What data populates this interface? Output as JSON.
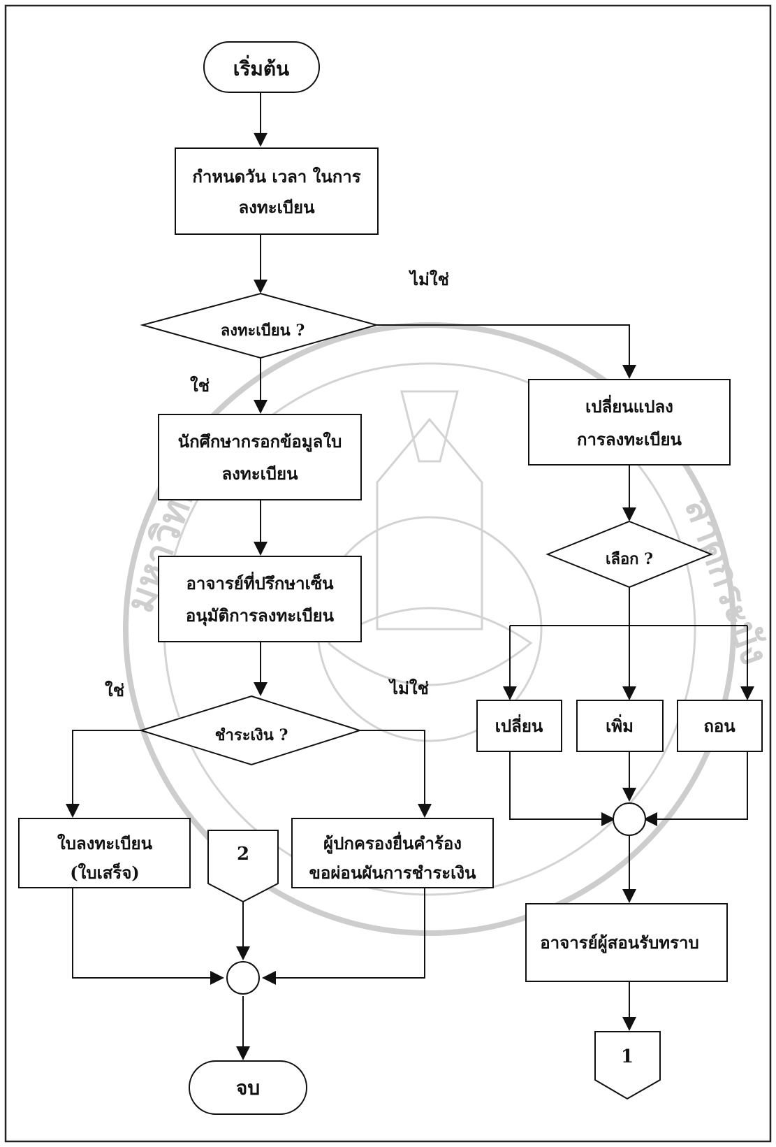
{
  "nodes": {
    "start": "เริ่มต้น",
    "set_date": [
      "กำหนดวัน เวลา ในการ",
      "ลงทะเบียน"
    ],
    "register_q": "ลงทะเบียน ?",
    "change_reg": [
      "เปลี่ยนแปลง",
      "การลงทะเบียน"
    ],
    "fill_form": [
      "นักศึกษากรอกข้อมูลใบ",
      "ลงทะเบียน"
    ],
    "choose_q": "เลือก ?",
    "advisor": [
      "อาจารย์ที่ปรึกษาเซ็น",
      "อนุมัติการลงทะเบียน"
    ],
    "pay_q": "ชำระเงิน ?",
    "opt_change": "เปลี่ยน",
    "opt_add": "เพิ่ม",
    "opt_drop": "ถอน",
    "receipt": [
      "ใบลงทะเบียน",
      "(ใบเสร็จ)"
    ],
    "connector_2": "2",
    "defer": [
      "ผู้ปกครองยื่นคำร้อง",
      "ขอผ่อนผันการชำระเงิน"
    ],
    "instructor": "อาจารย์ผู้สอนรับทราบ",
    "connector_1": "1",
    "end": "จบ"
  },
  "labels": {
    "reg_no": "ไม่ใช่",
    "reg_yes": "ใช่",
    "pay_yes": "ใช่",
    "pay_no": "ไม่ใช่"
  },
  "colors": {
    "ink": "#111111",
    "watermark": "#c8c8c8"
  }
}
